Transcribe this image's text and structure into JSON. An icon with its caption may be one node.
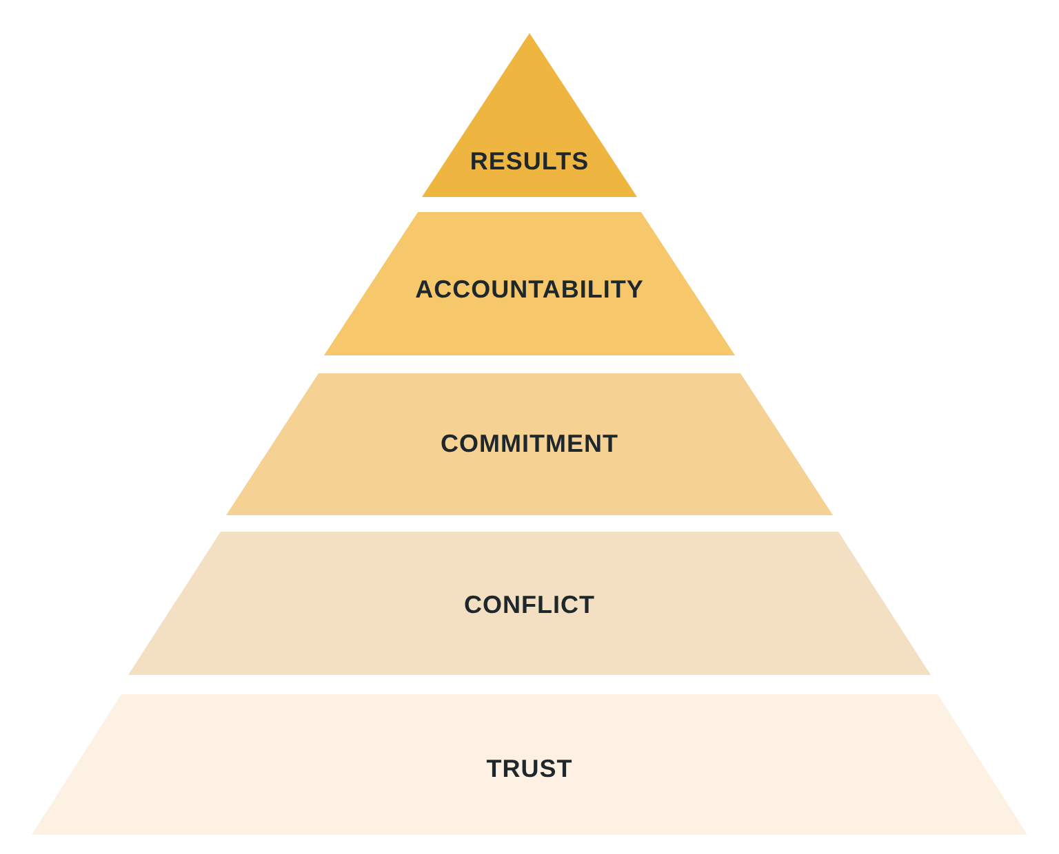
{
  "diagram": {
    "nodes": [
      {
        "text": [
          "RESULTS"
        ]
      },
      {
        "text": [
          "ACCOUNTABILITY"
        ]
      },
      {
        "text": [
          "COMMITMENT"
        ]
      },
      {
        "text": [
          "CONFLICT"
        ]
      },
      {
        "text": [
          "TRUST"
        ]
      }
    ]
  }
}
